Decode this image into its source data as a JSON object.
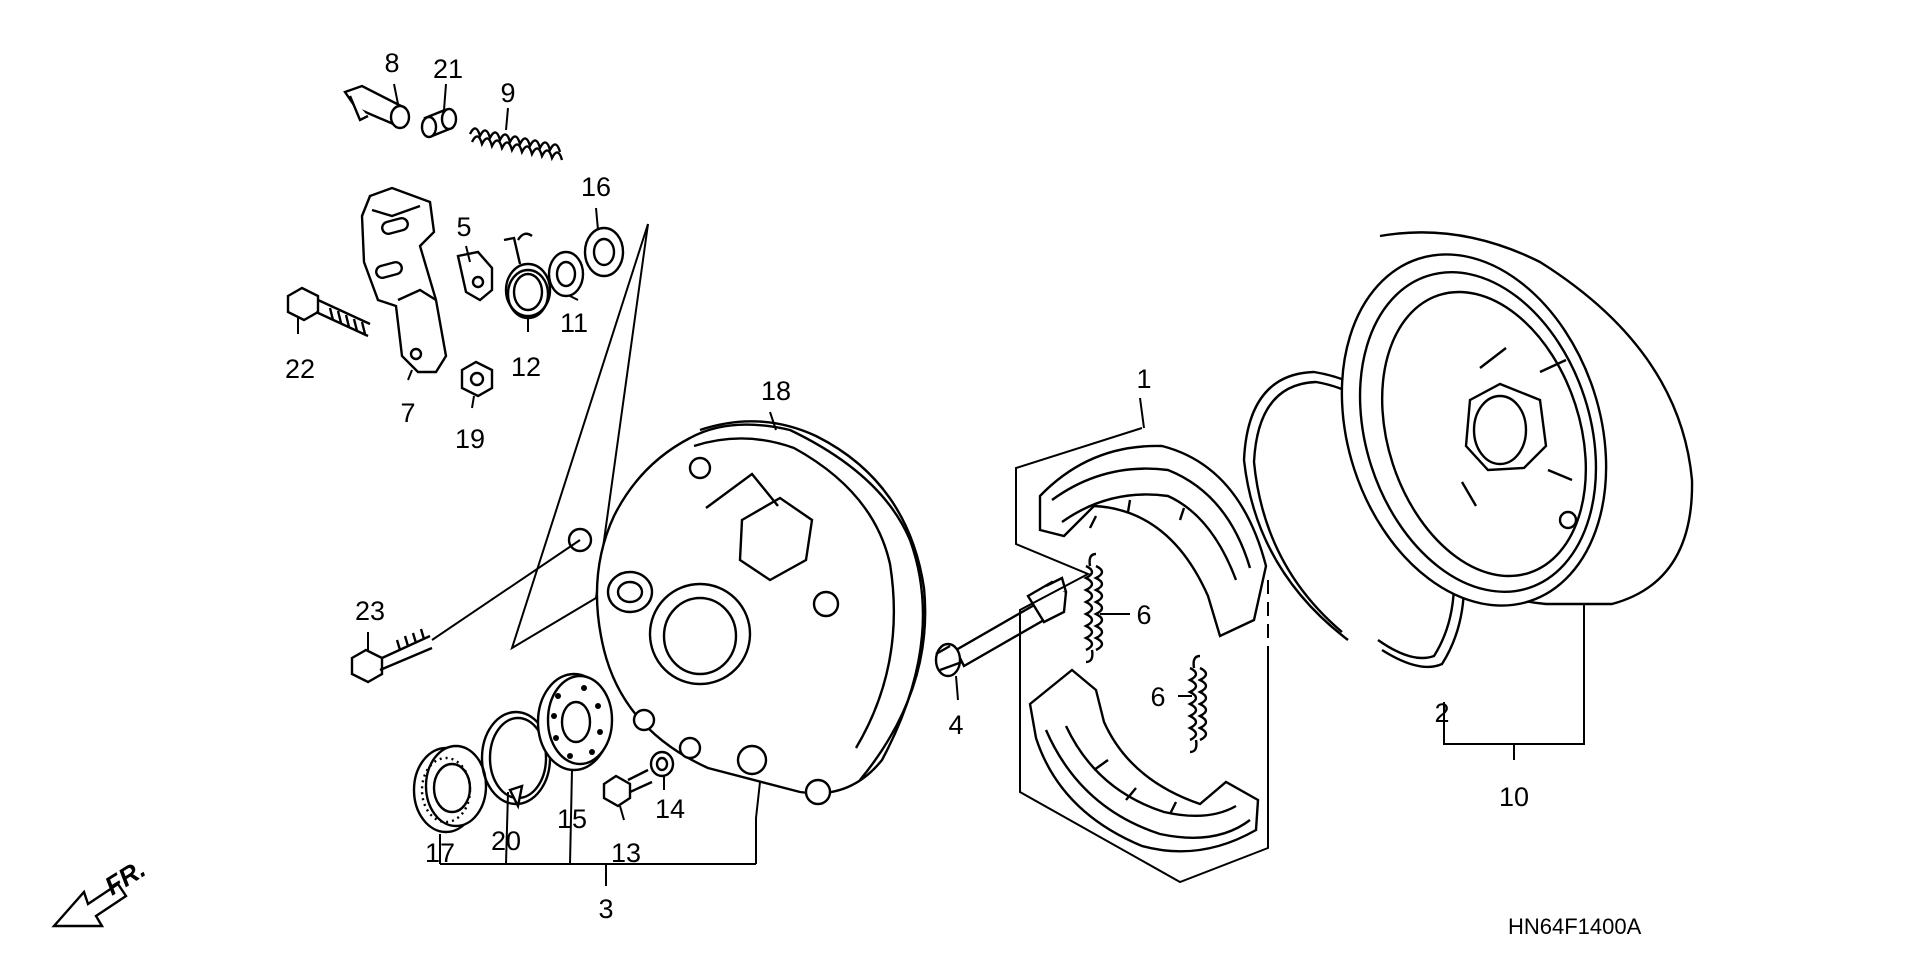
{
  "diagram": {
    "code": "HN64F1400A",
    "direction_label": "FR.",
    "callouts": {
      "c1": "1",
      "c2": "2",
      "c3": "3",
      "c4": "4",
      "c5": "5",
      "c6a": "6",
      "c6b": "6",
      "c7": "7",
      "c8": "8",
      "c9": "9",
      "c10": "10",
      "c11": "11",
      "c12": "12",
      "c13": "13",
      "c14": "14",
      "c15": "15",
      "c16": "16",
      "c17": "17",
      "c18": "18",
      "c19": "19",
      "c20": "20",
      "c21": "21",
      "c22": "22",
      "c23": "23"
    }
  }
}
